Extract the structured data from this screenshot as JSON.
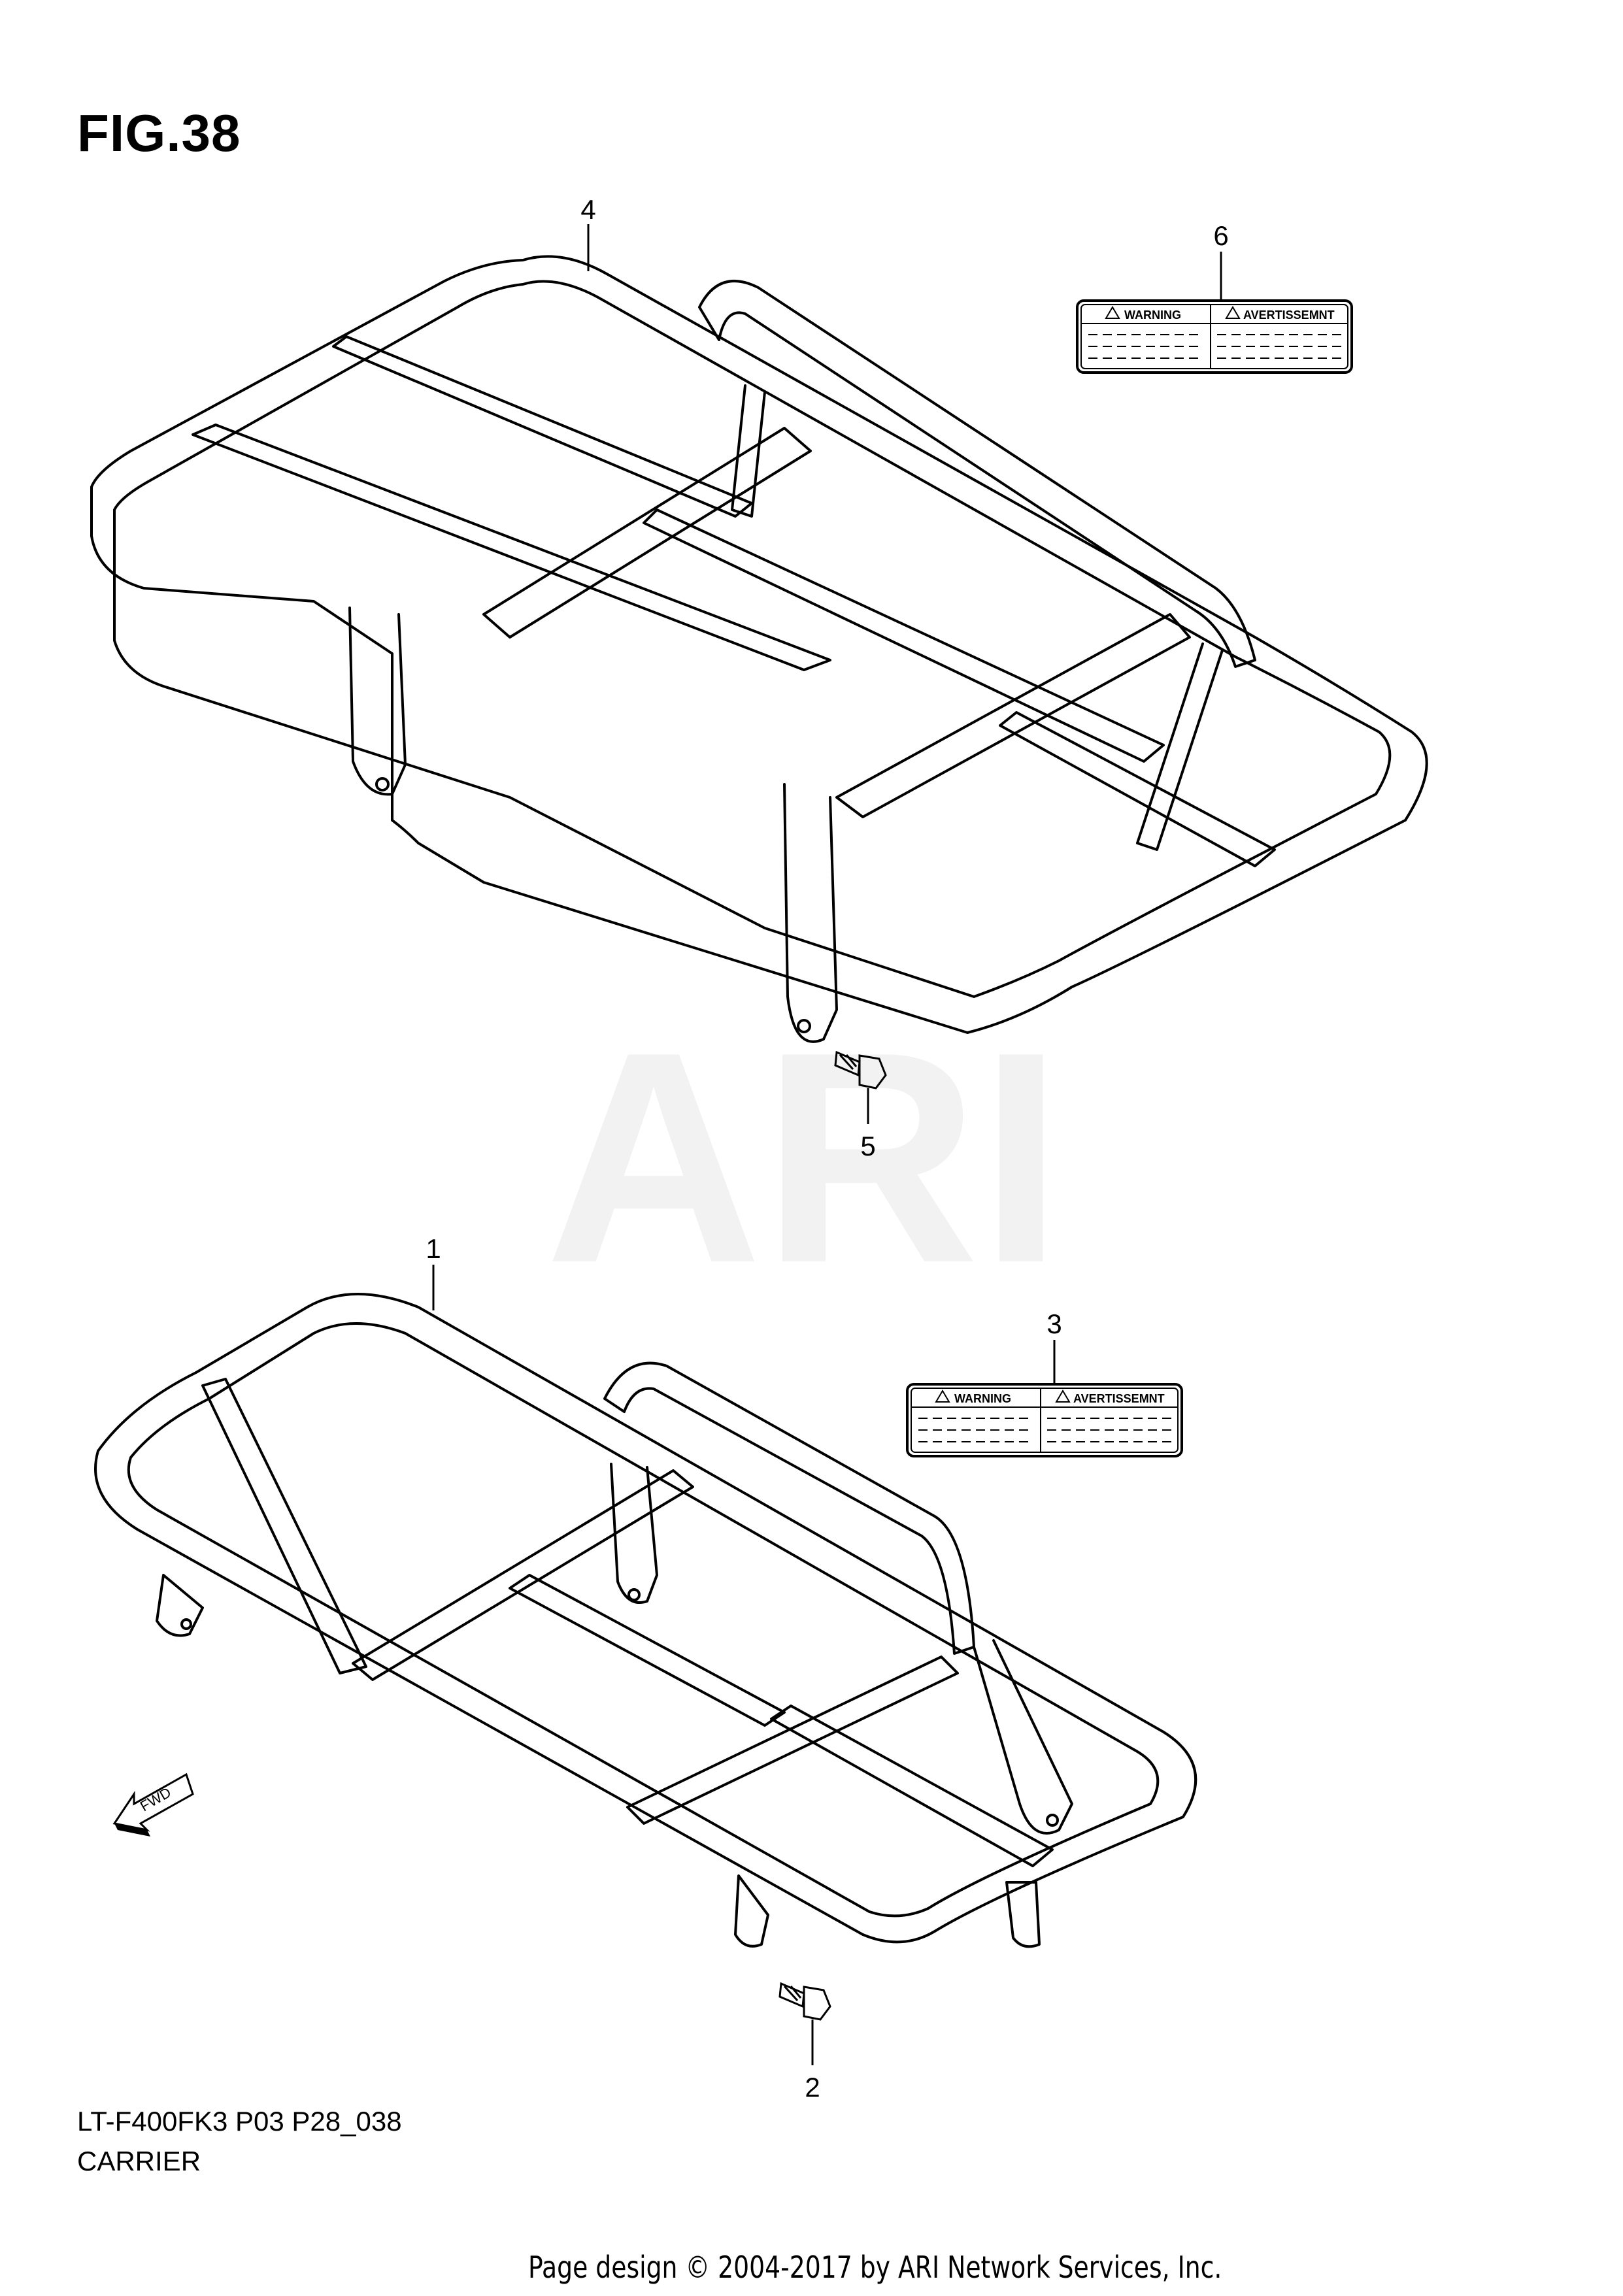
{
  "figure": {
    "title": "FIG.38",
    "model_code": "LT-F400FK3 P03 P28_038",
    "section_name": "CARRIER"
  },
  "callouts": {
    "c1": "1",
    "c2": "2",
    "c3": "3",
    "c4": "4",
    "c5": "5",
    "c6": "6"
  },
  "warning_label": {
    "warning_text": "WARNING",
    "avertissement_text": "AVERTISSEMNT"
  },
  "direction_arrow": {
    "text": "FWD"
  },
  "watermark": {
    "text": "ARI"
  },
  "footer": {
    "copyright": "Page design © 2004-2017 by ARI Network Services, Inc."
  },
  "colors": {
    "line": "#000000",
    "watermark": "#f2f2f2",
    "background": "#ffffff"
  }
}
